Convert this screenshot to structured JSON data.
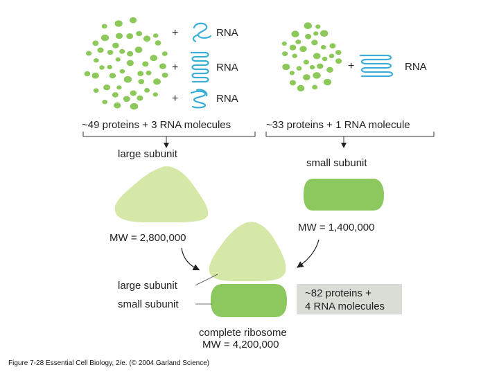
{
  "large_panel": {
    "rna_labels": [
      "RNA",
      "RNA",
      "RNA"
    ],
    "plus_signs": [
      "+",
      "+",
      "+"
    ],
    "composition": "~49 proteins + 3 RNA molecules",
    "subunit_name": "large subunit",
    "mw": "MW = 2,800,000"
  },
  "small_panel": {
    "rna_label": "RNA",
    "plus_sign": "+",
    "composition": "~33 proteins + 1 RNA molecule",
    "subunit_name": "small subunit",
    "mw": "MW = 1,400,000"
  },
  "ribosome": {
    "large_label": "large subunit",
    "small_label": "small subunit",
    "box_line1": "~82 proteins +",
    "box_line2": "4 RNA molecules",
    "title": "complete ribosome",
    "mw": "MW = 4,200,000"
  },
  "caption": "Figure 7-28  Essential Cell Biology, 2/e. (© 2004 Garland Science)",
  "colors": {
    "protein_dot": "#8dc85a",
    "rna_strand": "#3aaed8",
    "large_subunit": "#d6e8a8",
    "small_subunit": "#8cc85e",
    "info_box": "#d9ddd6"
  }
}
